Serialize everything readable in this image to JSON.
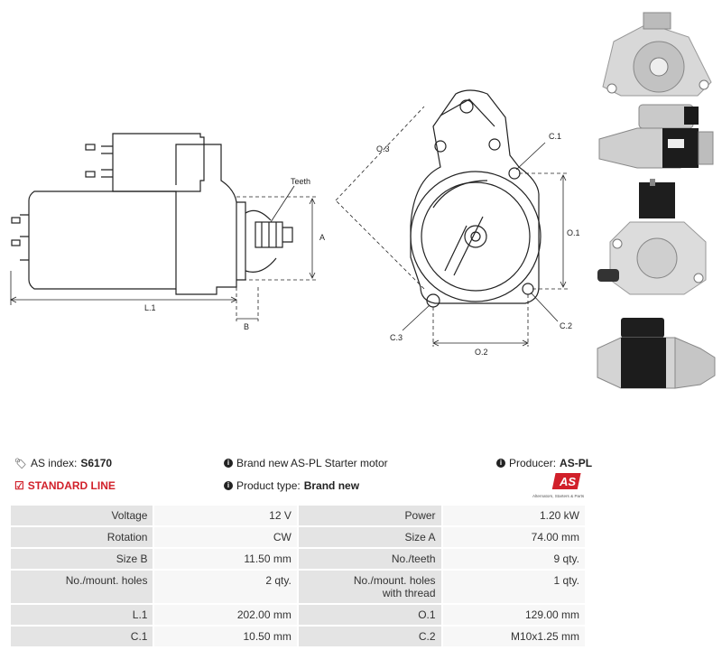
{
  "header": {
    "index_label": "AS index:",
    "index_value": "S6170",
    "product_line": "STANDARD LINE",
    "description": "Brand new AS-PL Starter motor",
    "product_type_label": "Product type:",
    "product_type_value": "Brand new",
    "producer_label": "Producer:",
    "producer_value": "AS-PL",
    "logo_text": "AS",
    "logo_tagline": "Alternators, Starters & Parts"
  },
  "drawing_labels": {
    "teeth": "Teeth",
    "a": "A",
    "b": "B",
    "l1": "L.1",
    "o1": "O.1",
    "o2": "O.2",
    "o3": "O.3",
    "c1": "C.1",
    "c2": "C.2",
    "c3": "C.3"
  },
  "specs": [
    {
      "l1": "Voltage",
      "v1": "12 V",
      "l2": "Power",
      "v2": "1.20 kW"
    },
    {
      "l1": "Rotation",
      "v1": "CW",
      "l2": "Size A",
      "v2": "74.00 mm"
    },
    {
      "l1": "Size B",
      "v1": "11.50 mm",
      "l2": "No./teeth",
      "v2": "9 qty."
    },
    {
      "l1": "No./mount. holes",
      "v1": "2 qty.",
      "l2": "No./mount. holes with thread",
      "v2": "1 qty."
    },
    {
      "l1": "L.1",
      "v1": "202.00 mm",
      "l2": "O.1",
      "v2": "129.00 mm"
    },
    {
      "l1": "C.1",
      "v1": "10.50 mm",
      "l2": "C.2",
      "v2": "M10x1.25 mm"
    }
  ],
  "colors": {
    "accent": "#d1202a",
    "line": "#222222"
  }
}
